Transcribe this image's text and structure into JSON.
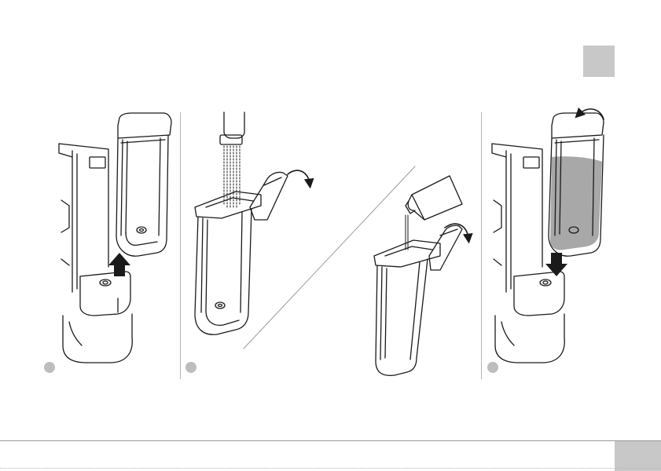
{
  "colors": {
    "tab_gray": "#c8c8c8",
    "line": "#1a1a1a",
    "water_fill": "#a8a8a8",
    "badge_gray": "#bdbdbd",
    "divider": "#b5b5b5"
  },
  "steps": [
    {
      "id": "step-1",
      "action": "remove-tank",
      "icon": "arrow-up-icon"
    },
    {
      "id": "step-2",
      "action": "rinse-and-fill-tank",
      "icon": "rotate-lid-icon"
    },
    {
      "id": "step-3",
      "action": "insert-tank",
      "icon": "arrow-down-icon"
    }
  ]
}
